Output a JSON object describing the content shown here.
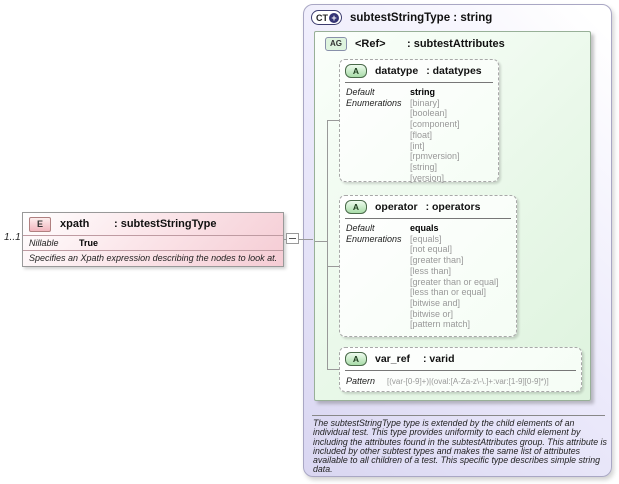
{
  "colors": {
    "element_pink": "#f5ccd4",
    "panel_lavender": "#d9d6f1",
    "group_green": "#e9f8e9",
    "enum_gray": "#999999"
  },
  "element": {
    "cardinality": "1..1",
    "icon": "E",
    "name": "xpath",
    "type": ": subtestStringType",
    "nillable_label": "Nillable",
    "nillable_value": "True",
    "annotation": "Specifies an Xpath expression describing the nodes to look at."
  },
  "complex_type": {
    "icon": "CT",
    "expand_glyph": "+",
    "title": "subtestStringType : string",
    "attribute_group": {
      "icon": "AG",
      "name": "<Ref>",
      "type": ": subtestAttributes"
    },
    "attributes": {
      "datatype": {
        "icon": "A",
        "name": "datatype",
        "type": ": datatypes",
        "default_label": "Default",
        "default_value": "string",
        "enumerations_label": "Enumerations",
        "enums": [
          "[binary]",
          "[boolean]",
          "[component]",
          "[float]",
          "[int]",
          "[rpmversion]",
          "[string]",
          "[version]"
        ]
      },
      "operator": {
        "icon": "A",
        "name": "operator",
        "type": ": operators",
        "default_label": "Default",
        "default_value": "equals",
        "enumerations_label": "Enumerations",
        "enums": [
          "[equals]",
          "[not equal]",
          "[greater than]",
          "[less than]",
          "[greater than or equal]",
          "[less than or equal]",
          "[bitwise and]",
          "[bitwise or]",
          "[pattern match]"
        ]
      },
      "var_ref": {
        "icon": "A",
        "name": "var_ref",
        "type": ": varid",
        "pattern_label": "Pattern",
        "pattern_value": "[(var-[0-9]+)|(oval:[A-Za-z\\-\\.]+:var:[1-9][0-9]*)]"
      }
    },
    "annotation": "The subtestStringType type is extended by the child elements of an individual test.  This type provides uniformity to each child element by including the attributes found in the subtestAttributes group.  This attribute is included by other subtest types and makes the same list of attributes available to all children of a test.  This specific type describes simple string data."
  }
}
